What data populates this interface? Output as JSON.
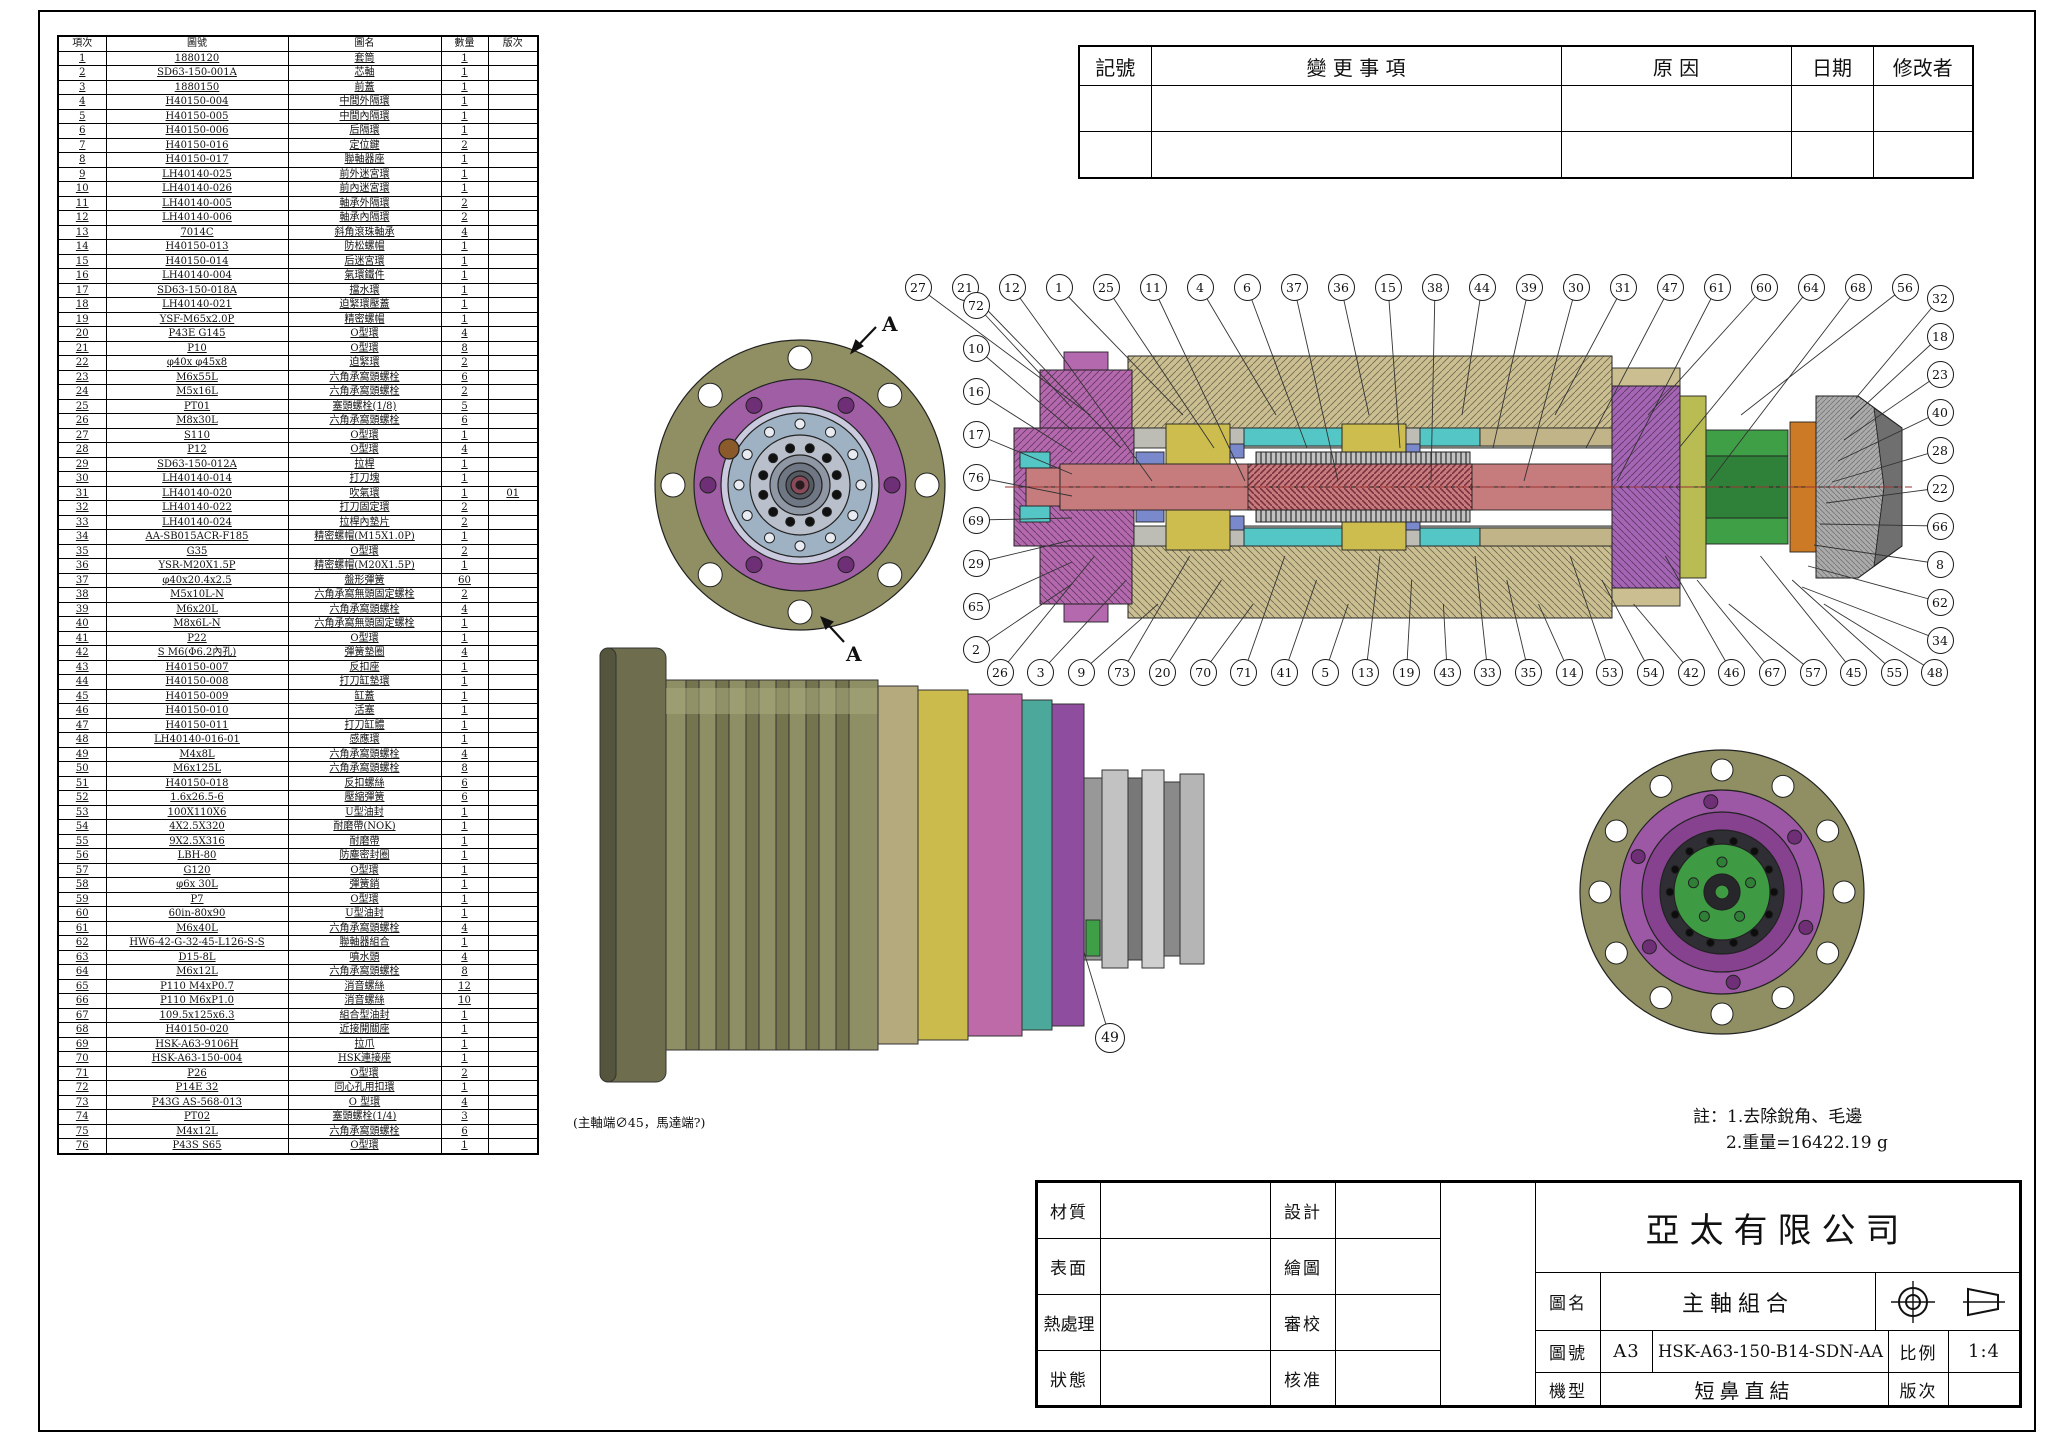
{
  "parts_table": {
    "headers": [
      "項次",
      "圖號",
      "圖名",
      "數量",
      "版次"
    ],
    "rows": [
      [
        "1",
        "1880120",
        "套筒",
        "1",
        ""
      ],
      [
        "2",
        "SD63-150-001A",
        "芯軸",
        "1",
        ""
      ],
      [
        "3",
        "1880150",
        "前蓋",
        "1",
        ""
      ],
      [
        "4",
        "H40150-004",
        "中間外隔環",
        "1",
        ""
      ],
      [
        "5",
        "H40150-005",
        "中間內隔環",
        "1",
        ""
      ],
      [
        "6",
        "H40150-006",
        "后隔環",
        "1",
        ""
      ],
      [
        "7",
        "H40150-016",
        "定位鍵",
        "2",
        ""
      ],
      [
        "8",
        "H40150-017",
        "聯軸器座",
        "1",
        ""
      ],
      [
        "9",
        "LH40140-025",
        "前外迷宮環",
        "1",
        ""
      ],
      [
        "10",
        "LH40140-026",
        "前內迷宮環",
        "1",
        ""
      ],
      [
        "11",
        "LH40140-005",
        "軸承外隔環",
        "2",
        ""
      ],
      [
        "12",
        "LH40140-006",
        "軸承內隔環",
        "2",
        ""
      ],
      [
        "13",
        "7014C",
        "斜角滾珠軸承",
        "4",
        ""
      ],
      [
        "14",
        "H40150-013",
        "防松螺帽",
        "1",
        ""
      ],
      [
        "15",
        "H40150-014",
        "后迷宮環",
        "1",
        ""
      ],
      [
        "16",
        "LH40140-004",
        "氣環鐵件",
        "1",
        ""
      ],
      [
        "17",
        "SD63-150-018A",
        "擋水環",
        "1",
        ""
      ],
      [
        "18",
        "LH40140-021",
        "迫緊環壓蓋",
        "1",
        ""
      ],
      [
        "19",
        "YSF-M65x2.0P",
        "精密螺帽",
        "1",
        ""
      ],
      [
        "20",
        "P43E G145",
        "O型環",
        "4",
        ""
      ],
      [
        "21",
        "P10",
        "O型環",
        "8",
        ""
      ],
      [
        "22",
        "φ40x φ45x8",
        "迫緊環",
        "2",
        ""
      ],
      [
        "23",
        "M6x55L",
        "六角承窩頭螺栓",
        "6",
        ""
      ],
      [
        "24",
        "M5x16L",
        "六角承窩頭螺栓",
        "2",
        ""
      ],
      [
        "25",
        "PT01",
        "塞頭螺栓(1/8)",
        "5",
        ""
      ],
      [
        "26",
        "M8x30L",
        "六角承窩頭螺栓",
        "6",
        ""
      ],
      [
        "27",
        "S110",
        "O型環",
        "1",
        ""
      ],
      [
        "28",
        "P12",
        "O型環",
        "4",
        ""
      ],
      [
        "29",
        "SD63-150-012A",
        "拉桿",
        "1",
        ""
      ],
      [
        "30",
        "LH40140-014",
        "打刀塊",
        "1",
        ""
      ],
      [
        "31",
        "LH40140-020",
        "吹氣環",
        "1",
        "01"
      ],
      [
        "32",
        "LH40140-022",
        "打刀固定環",
        "2",
        ""
      ],
      [
        "33",
        "LH40140-024",
        "拉桿內墊片",
        "2",
        ""
      ],
      [
        "34",
        "AA-SB015ACR-F185",
        "精密螺帽(M15X1.0P)",
        "1",
        ""
      ],
      [
        "35",
        "G35",
        "O型環",
        "2",
        ""
      ],
      [
        "36",
        "YSR-M20X1.5P",
        "精密螺帽(M20X1.5P)",
        "1",
        ""
      ],
      [
        "37",
        "φ40x20.4x2.5",
        "盤形彈簧",
        "60",
        ""
      ],
      [
        "38",
        "M5x10L-N",
        "六角承窩無頭固定螺栓",
        "2",
        ""
      ],
      [
        "39",
        "M6x20L",
        "六角承窩頭螺栓",
        "4",
        ""
      ],
      [
        "40",
        "M8x6L-N",
        "六角承窩無頭固定螺栓",
        "1",
        ""
      ],
      [
        "41",
        "P22",
        "O型環",
        "1",
        ""
      ],
      [
        "42",
        "S M6(Φ6.2內孔)",
        "彈簧墊圈",
        "4",
        ""
      ],
      [
        "43",
        "H40150-007",
        "反扣座",
        "1",
        ""
      ],
      [
        "44",
        "H40150-008",
        "打刀缸墊環",
        "1",
        ""
      ],
      [
        "45",
        "H40150-009",
        "缸蓋",
        "1",
        ""
      ],
      [
        "46",
        "H40150-010",
        "活塞",
        "1",
        ""
      ],
      [
        "47",
        "H40150-011",
        "打刀缸體",
        "1",
        ""
      ],
      [
        "48",
        "LH40140-016-01",
        "感應環",
        "1",
        ""
      ],
      [
        "49",
        "M4x8L",
        "六角承窩頭螺栓",
        "4",
        ""
      ],
      [
        "50",
        "M6x125L",
        "六角承窩頭螺栓",
        "8",
        ""
      ],
      [
        "51",
        "H40150-018",
        "反扣螺絲",
        "6",
        ""
      ],
      [
        "52",
        "1.6x26.5-6",
        "壓縮彈簧",
        "6",
        ""
      ],
      [
        "53",
        "100X110X6",
        "U型油封",
        "1",
        ""
      ],
      [
        "54",
        "4X2.5X320",
        "耐磨帶(NOK)",
        "1",
        ""
      ],
      [
        "55",
        "9X2.5X316",
        "耐磨帶",
        "1",
        ""
      ],
      [
        "56",
        "LBH-80",
        "防塵密封圈",
        "1",
        ""
      ],
      [
        "57",
        "G120",
        "O型環",
        "1",
        ""
      ],
      [
        "58",
        "φ6x 30L",
        "彈簧銷",
        "1",
        ""
      ],
      [
        "59",
        "P7",
        "O型環",
        "1",
        ""
      ],
      [
        "60",
        "60in-80x90",
        "U型油封",
        "1",
        ""
      ],
      [
        "61",
        "M6x40L",
        "六角承窩頭螺栓",
        "4",
        ""
      ],
      [
        "62",
        "HW6-42-G-32-45-L126-S-S",
        "聯軸器組合",
        "1",
        ""
      ],
      [
        "63",
        "D15-8L",
        "噴水頭",
        "4",
        ""
      ],
      [
        "64",
        "M6x12L",
        "六角承窩頭螺栓",
        "8",
        ""
      ],
      [
        "65",
        "P110 M4xP0.7",
        "消音螺絲",
        "12",
        ""
      ],
      [
        "66",
        "P110 M6xP1.0",
        "消音螺絲",
        "10",
        ""
      ],
      [
        "67",
        "109.5x125x6.3",
        "組合型油封",
        "1",
        ""
      ],
      [
        "68",
        "H40150-020",
        "近接開關座",
        "1",
        ""
      ],
      [
        "69",
        "HSK-A63-9106H",
        "拉爪",
        "1",
        ""
      ],
      [
        "70",
        "HSK-A63-150-004",
        "HSK連接座",
        "1",
        ""
      ],
      [
        "71",
        "P26",
        "O型環",
        "2",
        ""
      ],
      [
        "72",
        "P14E 32",
        "同心孔用扣環",
        "1",
        ""
      ],
      [
        "73",
        "P43G AS-568-013",
        "O 型環",
        "4",
        ""
      ],
      [
        "74",
        "PT02",
        "塞頭螺栓(1/4)",
        "3",
        ""
      ],
      [
        "75",
        "M4x12L",
        "六角承窩頭螺栓",
        "6",
        ""
      ],
      [
        "76",
        "P43S S65",
        "O型環",
        "1",
        ""
      ]
    ]
  },
  "revision_table": {
    "headers": [
      "記號",
      "變 更 事 項",
      "原 因",
      "日期",
      "修改者"
    ],
    "empty_row_count": 2
  },
  "section_view": {
    "balloons_top": [
      "27",
      "21",
      "12",
      "1",
      "25",
      "11",
      "4",
      "6",
      "37",
      "36",
      "15",
      "38",
      "44",
      "39",
      "30",
      "31",
      "47",
      "61",
      "60",
      "64",
      "68",
      "56"
    ],
    "balloons_left": [
      "72",
      "10",
      "16",
      "17",
      "76",
      "69",
      "29",
      "65",
      "2"
    ],
    "balloons_right": [
      "32",
      "18",
      "23",
      "40",
      "28",
      "22",
      "66",
      "8",
      "62",
      "34"
    ],
    "balloons_bottom": [
      "26",
      "3",
      "9",
      "73",
      "20",
      "70",
      "71",
      "41",
      "5",
      "13",
      "19",
      "43",
      "33",
      "35",
      "14",
      "53",
      "54",
      "42",
      "46",
      "67",
      "57",
      "45",
      "55",
      "48"
    ]
  },
  "iso_view": {
    "balloon": "49"
  },
  "section_marks": {
    "label": "A"
  },
  "annotation_iso": "(主軸端∅45，馬達端?)",
  "notes": {
    "line1": "註：1.去除銳角、毛邊",
    "line2": "2.重量=16422.19 g"
  },
  "title_block": {
    "company": "亞太有限公司",
    "fields_left": [
      {
        "label": "材質",
        "value": ""
      },
      {
        "label": "表面",
        "value": ""
      },
      {
        "label": "熱處理",
        "value": ""
      },
      {
        "label": "狀態",
        "value": ""
      }
    ],
    "fields_mid": [
      {
        "label": "設計",
        "value": ""
      },
      {
        "label": "繪圖",
        "value": ""
      },
      {
        "label": "審校",
        "value": ""
      },
      {
        "label": "核准",
        "value": ""
      }
    ],
    "name_label": "圖名",
    "name": "主軸組合",
    "no_label": "圖號",
    "size": "A3",
    "drawing_no": "HSK-A63-150-B14-SDN-AA",
    "scale_label": "比例",
    "scale": "1:4",
    "model_label": "機型",
    "model": "短鼻直結",
    "rev_label": "版次",
    "rev": ""
  },
  "colors": {
    "olive": "#8f8f63",
    "purple": "#a565b5",
    "magenta": "#b468ae",
    "tan": "#cbbf92",
    "yellow": "#cdbd4e",
    "cyan": "#54c6c6",
    "red": "#c67c7c",
    "green": "#3f9f46",
    "orange": "#cc7a26",
    "bluegray": "#9fb2c4",
    "line": "#1a1a1a"
  }
}
